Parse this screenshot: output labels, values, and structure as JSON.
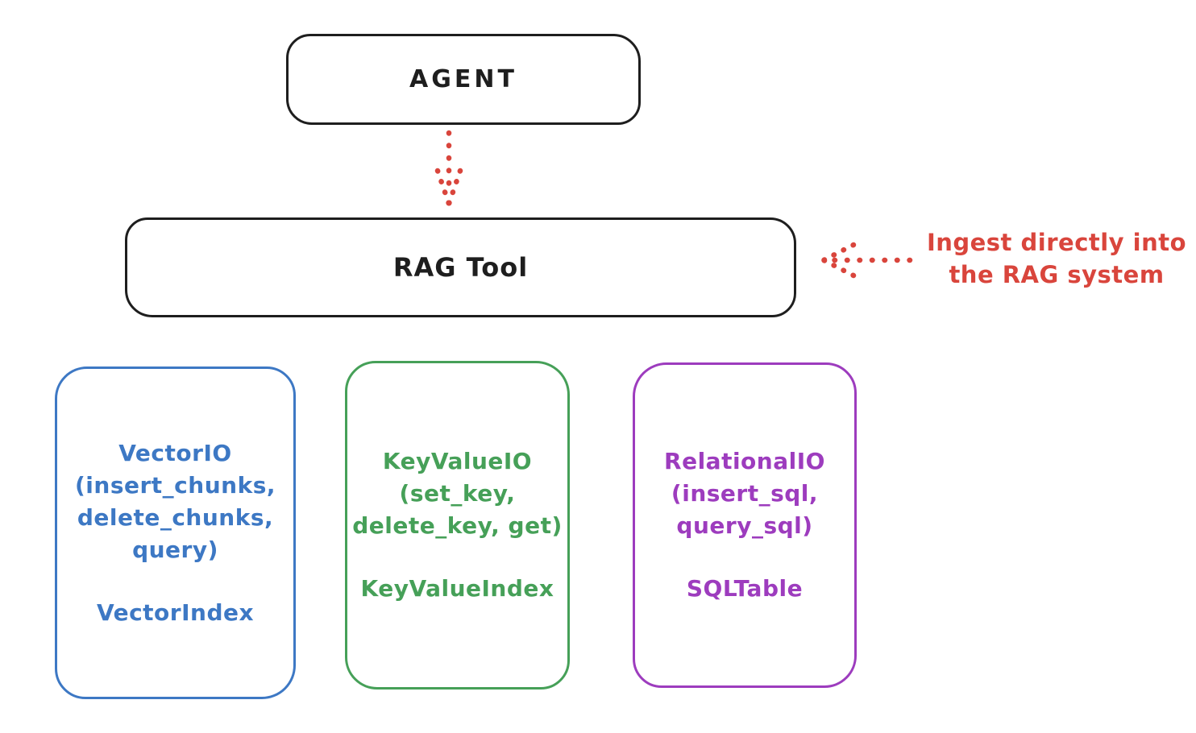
{
  "colors": {
    "ink": "#1e1e1e",
    "red": "#d9453c",
    "blue": "#3d78c4",
    "green": "#46a058",
    "purple": "#9d3cbe"
  },
  "diagram": {
    "agent": {
      "label": "AGENT"
    },
    "rag_tool": {
      "label": "RAG Tool"
    },
    "annotation": {
      "lines": [
        "Ingest directly into",
        "the RAG system"
      ],
      "color": "#d9453c"
    },
    "backends": [
      {
        "id": "vector-io",
        "color": "#3d78c4",
        "io_lines": [
          "VectorIO",
          "(insert_chunks,",
          "delete_chunks,",
          "query)"
        ],
        "index_label": "VectorIndex"
      },
      {
        "id": "key-value-io",
        "color": "#46a058",
        "io_lines": [
          "KeyValueIO",
          "(set_key,",
          "delete_key, get)"
        ],
        "index_label": "KeyValueIndex"
      },
      {
        "id": "relational-io",
        "color": "#9d3cbe",
        "io_lines": [
          "RelationalIO",
          "(insert_sql,",
          "query_sql)"
        ],
        "index_label": "SQLTable"
      }
    ]
  }
}
